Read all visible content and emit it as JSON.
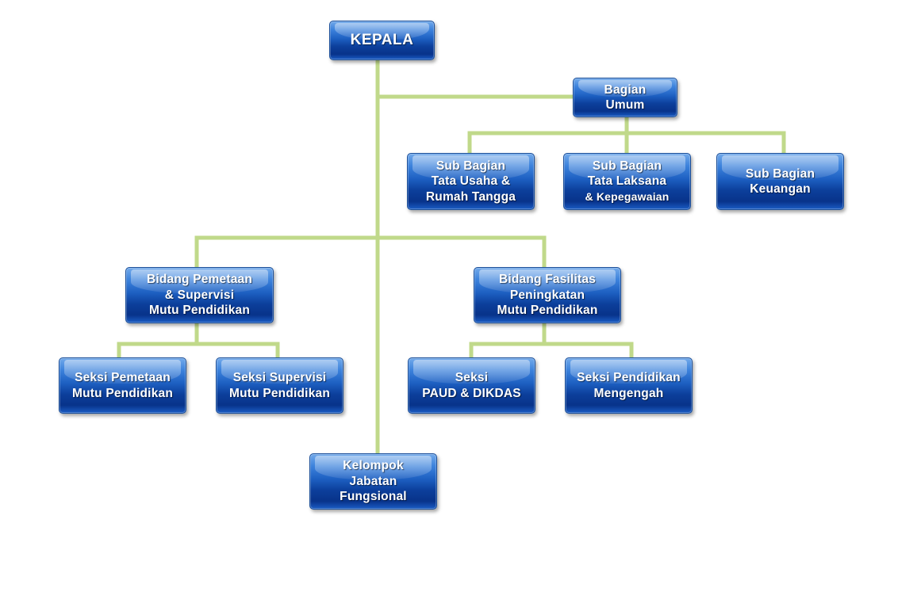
{
  "org_chart": {
    "kepala": {
      "lines": [
        "KEPALA"
      ]
    },
    "bagian_umum": {
      "lines": [
        "Bagian",
        "Umum"
      ]
    },
    "sub_bagian_tata_usaha": {
      "lines": [
        "Sub Bagian",
        "Tata Usaha &",
        "Rumah Tangga"
      ]
    },
    "sub_bagian_tata_laksana": {
      "lines": [
        "Sub Bagian",
        "Tata Laksana",
        "& Kepegawaian"
      ]
    },
    "sub_bagian_keuangan": {
      "lines": [
        "Sub Bagian",
        "Keuangan"
      ]
    },
    "bidang_pemetaan": {
      "lines": [
        "Bidang Pemetaan",
        "& Supervisi",
        "Mutu Pendidikan"
      ]
    },
    "bidang_fasilitas": {
      "lines": [
        "Bidang Fasilitas",
        "Peningkatan",
        "Mutu Pendidikan"
      ]
    },
    "seksi_pemetaan": {
      "lines": [
        "Seksi Pemetaan",
        "Mutu Pendidikan"
      ]
    },
    "seksi_supervisi": {
      "lines": [
        "Seksi Supervisi",
        "Mutu Pendidikan"
      ]
    },
    "seksi_paud": {
      "lines": [
        "Seksi",
        "PAUD & DIKDAS"
      ]
    },
    "seksi_menengah": {
      "lines": [
        "Seksi Pendidikan",
        "Mengengah"
      ]
    },
    "kelompok_jabatan": {
      "lines": [
        "Kelompok",
        "Jabatan",
        "Fungsional"
      ]
    }
  },
  "colors": {
    "connector": "#c0d98a",
    "box_dark": "#08338a",
    "box_light": "#72a9ea"
  }
}
